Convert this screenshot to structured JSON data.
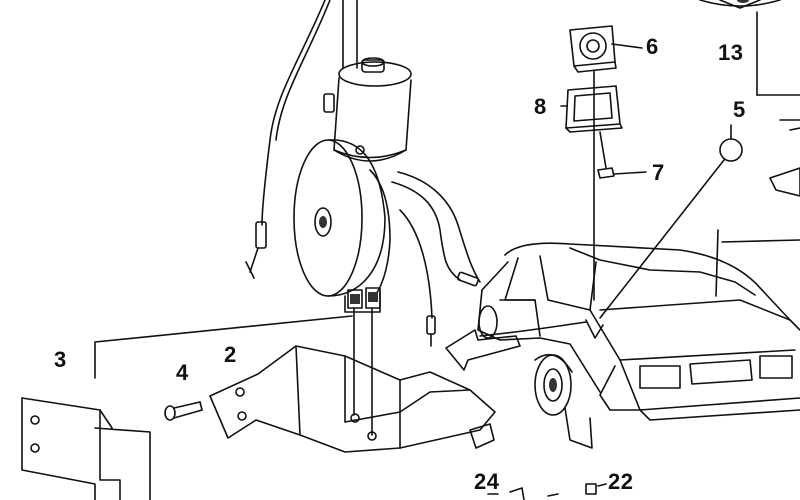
{
  "diagram": {
    "callouts": [
      {
        "id": "6",
        "text": "6"
      },
      {
        "id": "13",
        "text": "13"
      },
      {
        "id": "8",
        "text": "8"
      },
      {
        "id": "5",
        "text": "5"
      },
      {
        "id": "7",
        "text": "7"
      },
      {
        "id": "3",
        "text": "3"
      },
      {
        "id": "2",
        "text": "2"
      },
      {
        "id": "4",
        "text": "4"
      },
      {
        "id": "24",
        "text": "24"
      },
      {
        "id": "22",
        "text": "22"
      }
    ]
  },
  "colors": {
    "ink": "#111111",
    "paper": "#ffffff",
    "shade": "#555555"
  }
}
